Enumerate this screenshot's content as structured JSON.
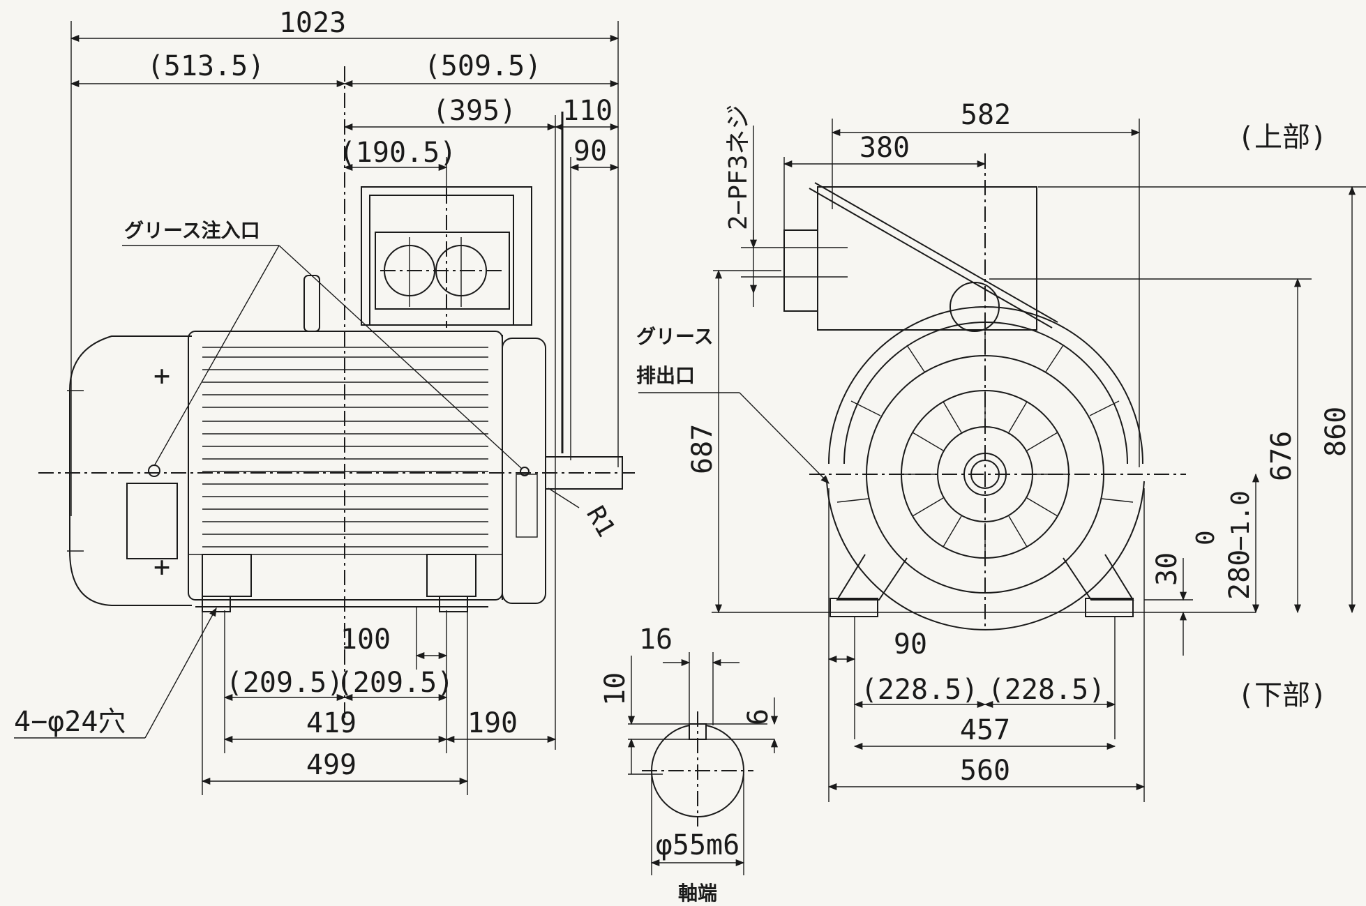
{
  "side_view": {
    "dim_total": "1023",
    "dim_left": "(513.5)",
    "dim_right": "(509.5)",
    "dim_395": "(395)",
    "dim_190_5": "(190.5)",
    "dim_110": "110",
    "dim_90": "90",
    "grease_inlet": "グリース注入口",
    "dim_100": "100",
    "dim_209_5_left": "(209.5)",
    "dim_209_5_right": "(209.5)",
    "dim_419": "419",
    "dim_190": "190",
    "dim_499": "499",
    "holes": "4−φ24穴",
    "radius": "R1",
    "plus_top": "+",
    "plus_bottom": "+"
  },
  "front_view": {
    "dim_582": "582",
    "dim_380": "380",
    "thread": "2−PF3ネジ",
    "top_label": "(上部)",
    "bottom_label": "(下部)",
    "grease_outlet_1": "グリース",
    "grease_outlet_2": "排出口",
    "dim_687": "687",
    "dim_676": "676",
    "dim_860": "860",
    "dim_280": "280",
    "tol_upper": "0",
    "tol_lower": "−1.0",
    "dim_30": "30",
    "dim_90": "90",
    "dim_228_5_left": "(228.5)",
    "dim_228_5_right": "(228.5)",
    "dim_457": "457",
    "dim_560": "560"
  },
  "shaft_end": {
    "dim_16": "16",
    "dim_10": "10",
    "dim_6": "6",
    "diameter": "φ55m6",
    "caption": "軸端"
  }
}
